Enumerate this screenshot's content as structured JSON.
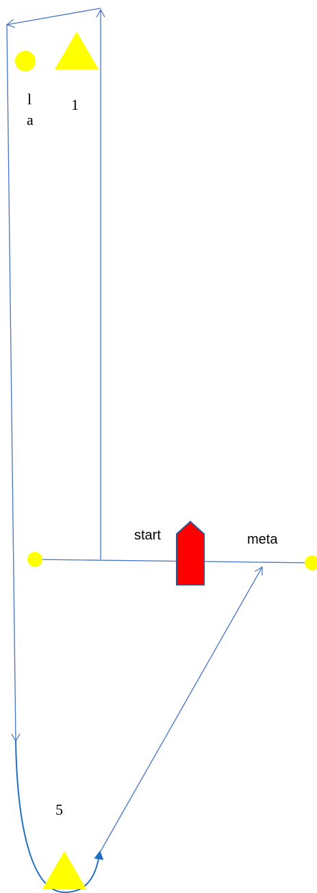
{
  "labels": {
    "mark_1": "1",
    "mark_1a_line1": "l",
    "mark_1a_line2": "a",
    "mark_5": "5",
    "start": "start",
    "finish": "meta"
  },
  "colors": {
    "mark_fill": "#ffff00",
    "line": "#4472c4",
    "curve": "#1f6fc0",
    "boat_fill": "#ff0000",
    "boat_stroke": "#2f5597"
  },
  "icons": {
    "mark_circle": "yellow-circle-buoy",
    "mark_triangle": "yellow-triangle-buoy",
    "committee_boat": "red-boat"
  }
}
